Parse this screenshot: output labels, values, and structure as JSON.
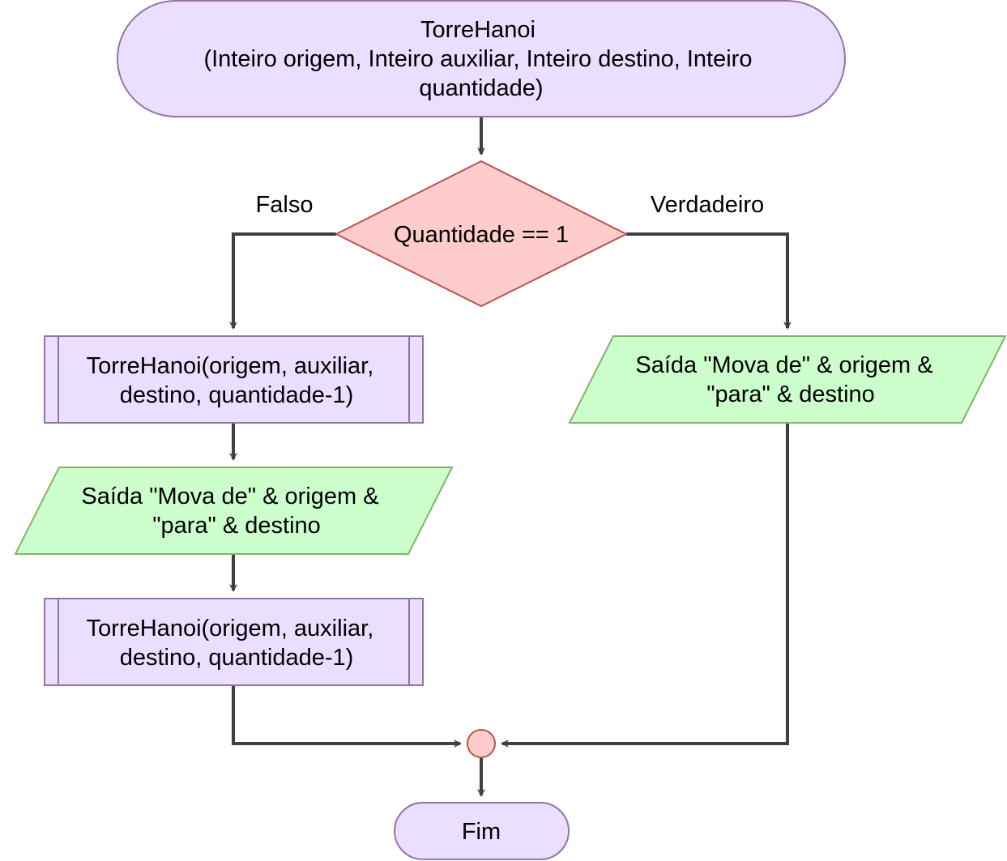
{
  "start": {
    "lines": [
      "TorreHanoi",
      "(Inteiro origem, Inteiro auxiliar, Inteiro destino, Inteiro",
      "quantidade)"
    ]
  },
  "decision": {
    "text": "Quantidade == 1",
    "false_label": "Falso",
    "true_label": "Verdadeiro"
  },
  "subprocess_1": {
    "lines": [
      "TorreHanoi(origem, auxiliar,",
      "destino, quantidade-1)"
    ]
  },
  "output_left": {
    "lines": [
      "Saída \"Mova de\" & origem &",
      "\"para\" & destino"
    ]
  },
  "subprocess_2": {
    "lines": [
      "TorreHanoi(origem, auxiliar,",
      "destino, quantidade-1)"
    ]
  },
  "output_right": {
    "lines": [
      "Saída \"Mova de\" & origem &",
      "\"para\" & destino"
    ]
  },
  "end": {
    "text": "Fim"
  },
  "colors": {
    "terminator_fill": "#eadfff",
    "terminator_stroke": "#9673a6",
    "decision_fill": "#ffcccc",
    "decision_stroke": "#b85450",
    "io_fill": "#ccffcc",
    "io_stroke": "#82b366",
    "connector_fill": "#ffcccc",
    "connector_stroke": "#b85450",
    "edge": "#404040"
  }
}
